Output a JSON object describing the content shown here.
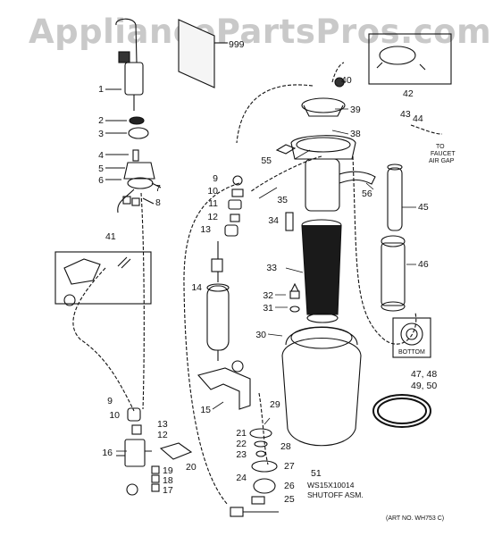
{
  "watermark": "AppliancePartsPros.com",
  "labels": {
    "l1": "1",
    "l2": "2",
    "l3": "3",
    "l4": "4",
    "l5": "5",
    "l6": "6",
    "l7": "7",
    "l8": "8",
    "l9a": "9",
    "l10a": "10",
    "l11a": "11",
    "l12a": "12",
    "l13a": "13",
    "l14": "14",
    "l15": "15",
    "l9b": "9",
    "l10b": "10",
    "l13b": "13",
    "l12b": "12",
    "l16": "16",
    "l19": "19",
    "l18": "18",
    "l17": "17",
    "l20": "20",
    "l21": "21",
    "l22": "22",
    "l23": "23",
    "l24": "24",
    "l25": "25",
    "l26": "26",
    "l27": "27",
    "l28": "28",
    "l29": "29",
    "l30": "30",
    "l31": "31",
    "l32": "32",
    "l33": "33",
    "l34": "34",
    "l35": "35",
    "l38": "38",
    "l39": "39",
    "l40": "40",
    "l41": "41",
    "l42": "42",
    "l43": "43",
    "l44": "44",
    "l45": "45",
    "l46": "46",
    "l47_48": "47, 48",
    "l49_50": "49, 50",
    "l51": "51",
    "l55": "55",
    "l56": "56",
    "l999": "999",
    "shutoff_part": "WS15X10014",
    "shutoff_name": "SHUTOFF ASM.",
    "to_faucet_1": "TO",
    "to_faucet_2": "FAUCET",
    "to_faucet_3": "AIR GAP",
    "bottom": "BOTTOM",
    "art_no": "(ART NO. WH753 C)"
  }
}
